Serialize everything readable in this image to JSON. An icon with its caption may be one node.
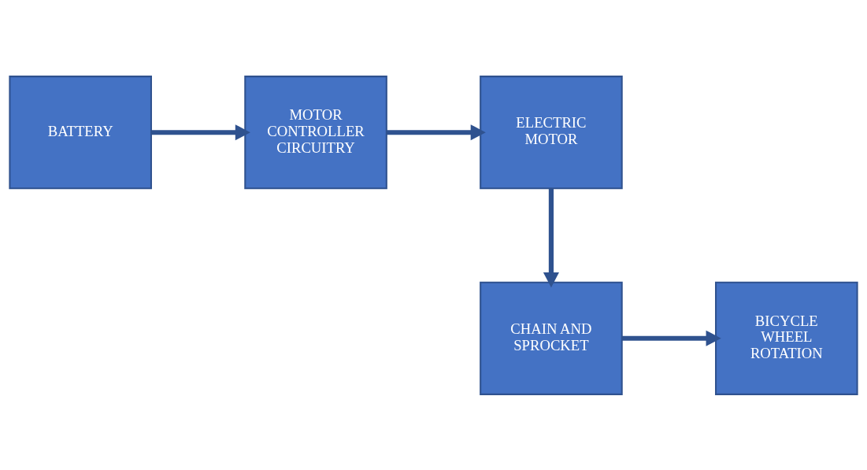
{
  "diagram": {
    "nodes": [
      {
        "text": [
          "BATTERY"
        ]
      },
      {
        "text": [
          "MOTOR CONTROLLER CIRCUITRY"
        ]
      },
      {
        "text": [
          "ELECTRIC MOTOR"
        ]
      },
      {
        "text": [
          "BICYCLE WHEEL ROTATION"
        ]
      },
      {
        "text": [
          "CHAIN AND SPROCKET"
        ]
      }
    ],
    "edges": [
      {
        "from": 0,
        "to": 1,
        "arrow": "to"
      },
      {
        "from": 1,
        "to": 2,
        "arrow": "to"
      },
      {
        "from": 2,
        "to": 4,
        "arrow": "to"
      },
      {
        "from": 4,
        "to": 3,
        "arrow": "to"
      }
    ]
  }
}
